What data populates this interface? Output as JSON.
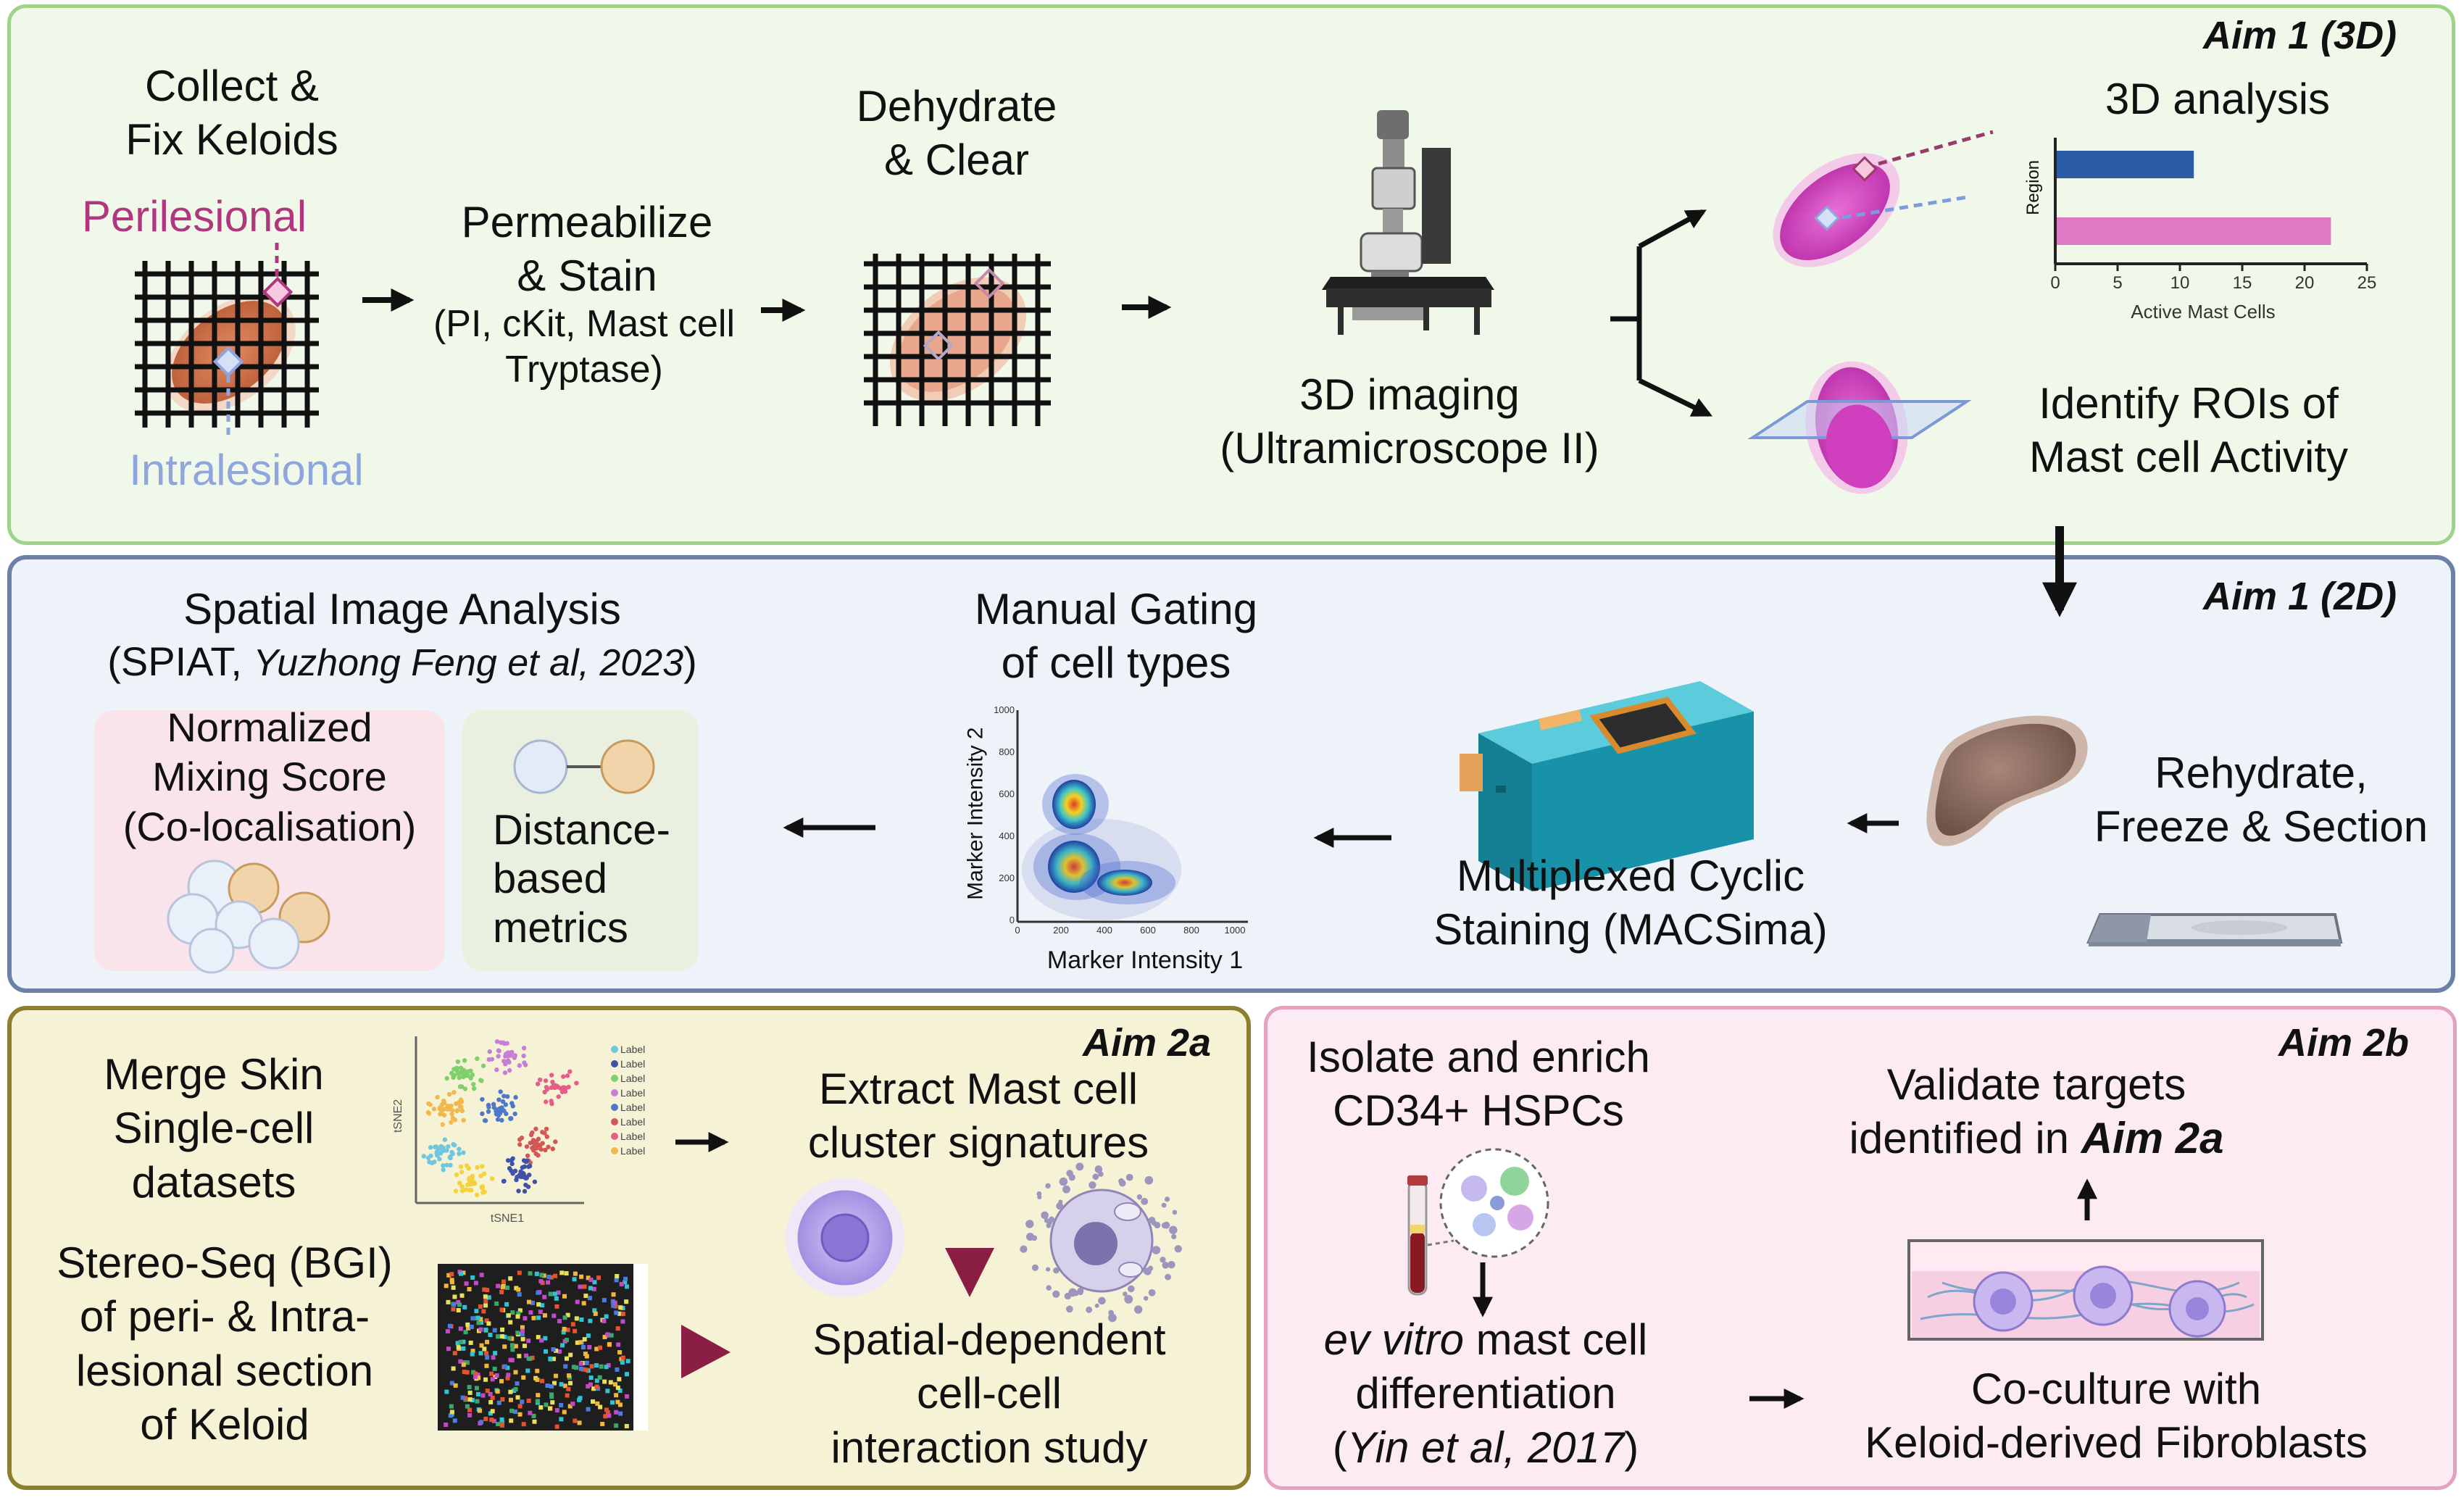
{
  "colors": {
    "aim1_3d_bg": "#f0f9e9",
    "aim1_3d_border": "#9ed38a",
    "aim1_2d_bg": "#eef2f9",
    "aim1_2d_border": "#6b81a8",
    "aim2a_bg": "#f6f2d6",
    "aim2a_border": "#8c7f2f",
    "aim2b_bg": "#fcebf2",
    "aim2b_border": "#e4a2c0",
    "perilesional": "#b0377e",
    "intralesional": "#8ea6dd",
    "bar_intralesional": "#2c5ca8",
    "bar_perilesional": "#e07ac4",
    "tissue": "#d2744f",
    "magenta_tissue": "#d746c4",
    "triangle": "#8a1e45"
  },
  "aim1_3d": {
    "tag": "Aim 1 (3D)",
    "collect_fix": [
      "Collect  &",
      "Fix Keloids"
    ],
    "perilesional": "Perilesional",
    "intralesional": "Intralesional",
    "permeabilize": [
      "Permeabilize",
      "& Stain"
    ],
    "stain_detail": [
      "(PI, cKit, Mast cell",
      "Tryptase)"
    ],
    "dehydrate": [
      "Dehydrate",
      "& Clear"
    ],
    "imaging": [
      "3D imaging",
      "(Ultramicroscope II)"
    ],
    "analysis_title": "3D analysis",
    "identify_rois": [
      "Identify ROIs of",
      "Mast cell Activity"
    ]
  },
  "chart_data": {
    "type": "bar",
    "orientation": "horizontal",
    "title": "3D analysis",
    "xlabel": "Active Mast Cells",
    "ylabel": "Region",
    "xticks": [
      "0",
      "5",
      "10",
      "15",
      "20",
      "25"
    ],
    "xlim": [
      0,
      25
    ],
    "values": [
      11,
      22
    ]
  },
  "aim1_2d": {
    "tag": "Aim 1 (2D)",
    "spatial_title": "Spatial Image Analysis",
    "spiat_open": "(SPIAT, ",
    "spiat_ref": "Yuzhong Feng et al, 2023",
    "spiat_close": ")",
    "mixing": [
      "Normalized",
      "Mixing Score",
      "(Co-localisation)"
    ],
    "distance": [
      "Distance-",
      "based",
      "metrics"
    ],
    "gating": [
      "Manual Gating",
      "of cell types"
    ],
    "gating_xlabel": "Marker Intensity 1",
    "gating_ylabel": "Marker Intensity 2",
    "gating_xticks": [
      "0",
      "200",
      "400",
      "600",
      "800",
      "1000"
    ],
    "gating_yticks": [
      "1000",
      "800",
      "600",
      "400",
      "200",
      "0"
    ],
    "macsima": [
      "Multiplexed Cyclic",
      "Staining (MACSima)"
    ],
    "rehydrate": [
      "Rehydrate,",
      "Freeze & Section"
    ]
  },
  "aim2a": {
    "tag": "Aim 2a",
    "merge": [
      "Merge Skin",
      "Single-cell",
      "datasets"
    ],
    "tsne_legend": [
      "Label",
      "Label",
      "Label",
      "Label",
      "Label",
      "Label",
      "Label",
      "Label"
    ],
    "tsne_xlabel": "tSNE1",
    "tsne_ylabel": "tSNE2",
    "stereo": [
      "Stereo-Seq (BGI)",
      "of peri- & Intra-",
      "lesional section",
      "of Keloid"
    ],
    "extract": [
      "Extract Mast cell",
      "cluster signatures"
    ],
    "spatial_dep": [
      "Spatial-dependent",
      "cell-cell",
      "interaction study"
    ]
  },
  "aim2b": {
    "tag": "Aim 2b",
    "isolate": [
      "Isolate and enrich",
      "CD34+ HSPCs"
    ],
    "ev_vitro_italic": "ev vitro",
    "ev_vitro_rest": " mast cell",
    "differentiation": "differentiation",
    "yin_open": "(",
    "yin_ref": "Yin et al, 2017",
    "yin_close": ")",
    "validate_line1": "Validate targets",
    "validate_line2_plain": "identified in ",
    "validate_line2_bold": "Aim 2a",
    "coculture": [
      "Co-culture with",
      "Keloid-derived Fibroblasts"
    ]
  }
}
